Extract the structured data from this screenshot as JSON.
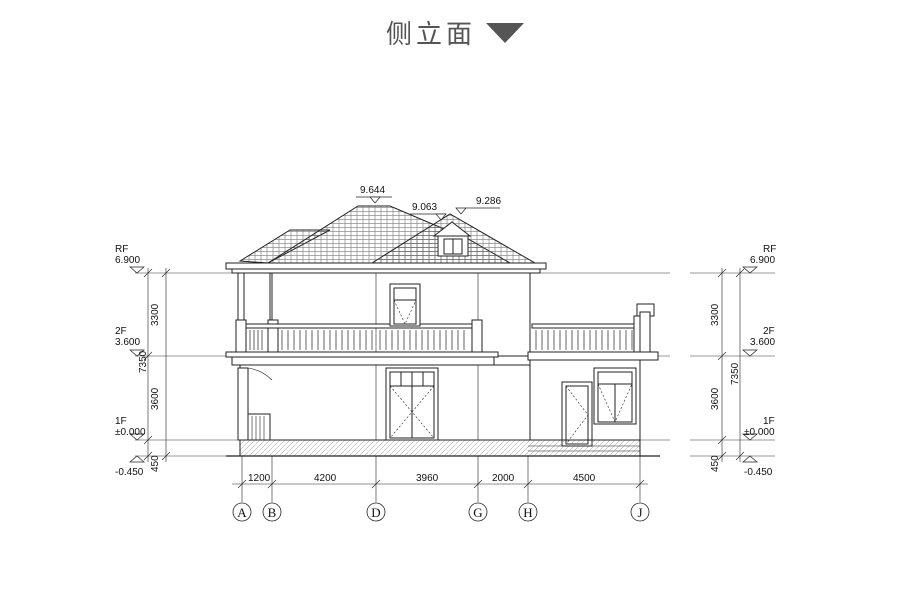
{
  "title": "侧立面",
  "roof_levels": {
    "ridge": "9.644",
    "dormer_left": "9.063",
    "dormer_right": "9.286"
  },
  "levels": {
    "left": [
      {
        "name": "RF",
        "value": "6.900"
      },
      {
        "name": "2F",
        "value": "3.600"
      },
      {
        "name": "1F",
        "value": "±0.000"
      },
      {
        "name": "",
        "value": "-0.450"
      }
    ],
    "right": [
      {
        "name": "RF",
        "value": "6.900"
      },
      {
        "name": "2F",
        "value": "3.600"
      },
      {
        "name": "1F",
        "value": "±0.000"
      },
      {
        "name": "",
        "value": "-0.450"
      }
    ]
  },
  "vertical_dims": {
    "upper": "3300",
    "lower": "3600",
    "total": "7350",
    "base": "450"
  },
  "horizontal_dims": [
    "1200",
    "4200",
    "3960",
    "2000",
    "4500"
  ],
  "axes": [
    "A",
    "B",
    "D",
    "G",
    "H",
    "J"
  ]
}
